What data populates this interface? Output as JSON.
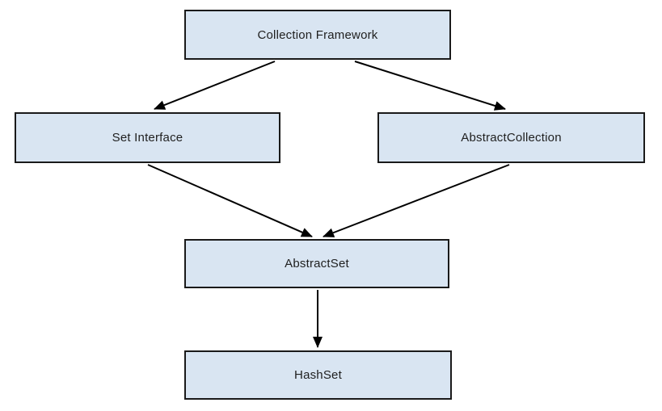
{
  "diagram": {
    "type": "hierarchy-flowchart",
    "nodes": [
      {
        "id": "collection-framework",
        "label": "Collection Framework"
      },
      {
        "id": "set-interface",
        "label": "Set Interface"
      },
      {
        "id": "abstract-collection",
        "label": "AbstractCollection"
      },
      {
        "id": "abstract-set",
        "label": "AbstractSet"
      },
      {
        "id": "hash-set",
        "label": "HashSet"
      }
    ],
    "edges": [
      {
        "from": "Collection Framework",
        "to": "Set Interface"
      },
      {
        "from": "Collection Framework",
        "to": "AbstractCollection"
      },
      {
        "from": "Set Interface",
        "to": "AbstractSet"
      },
      {
        "from": "AbstractCollection",
        "to": "AbstractSet"
      },
      {
        "from": "AbstractSet",
        "to": "HashSet"
      }
    ],
    "colors": {
      "node_fill": "#d9e5f2",
      "node_border": "#1a1a1a",
      "arrow": "#000000",
      "background": "#ffffff"
    }
  }
}
